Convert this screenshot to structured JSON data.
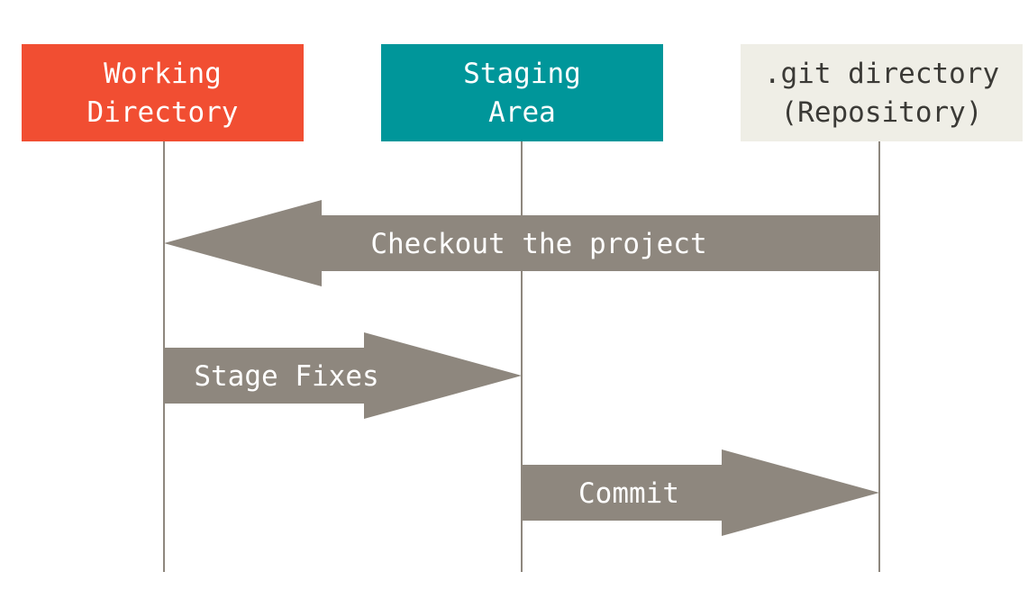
{
  "diagram": {
    "top_caption": "",
    "columns": [
      {
        "id": "working",
        "lines": [
          "Working",
          "Directory"
        ],
        "fill": "#f14e32",
        "text_color": "#ffffff"
      },
      {
        "id": "staging",
        "lines": [
          "Staging",
          "Area"
        ],
        "fill": "#00969a",
        "text_color": "#ffffff"
      },
      {
        "id": "repo",
        "lines": [
          ".git directory",
          "(Repository)"
        ],
        "fill": "#efeee6",
        "text_color": "#3b3a36"
      }
    ],
    "lifeline_color": "#8e877e",
    "arrows": [
      {
        "id": "checkout",
        "label": "Checkout the project",
        "from": "repo",
        "to": "working",
        "color": "#8e877e",
        "text_color": "#ffffff"
      },
      {
        "id": "stage",
        "label": "Stage Fixes",
        "from": "working",
        "to": "staging",
        "color": "#8e877e",
        "text_color": "#ffffff"
      },
      {
        "id": "commit",
        "label": "Commit",
        "from": "staging",
        "to": "repo",
        "color": "#8e877e",
        "text_color": "#ffffff"
      }
    ]
  }
}
